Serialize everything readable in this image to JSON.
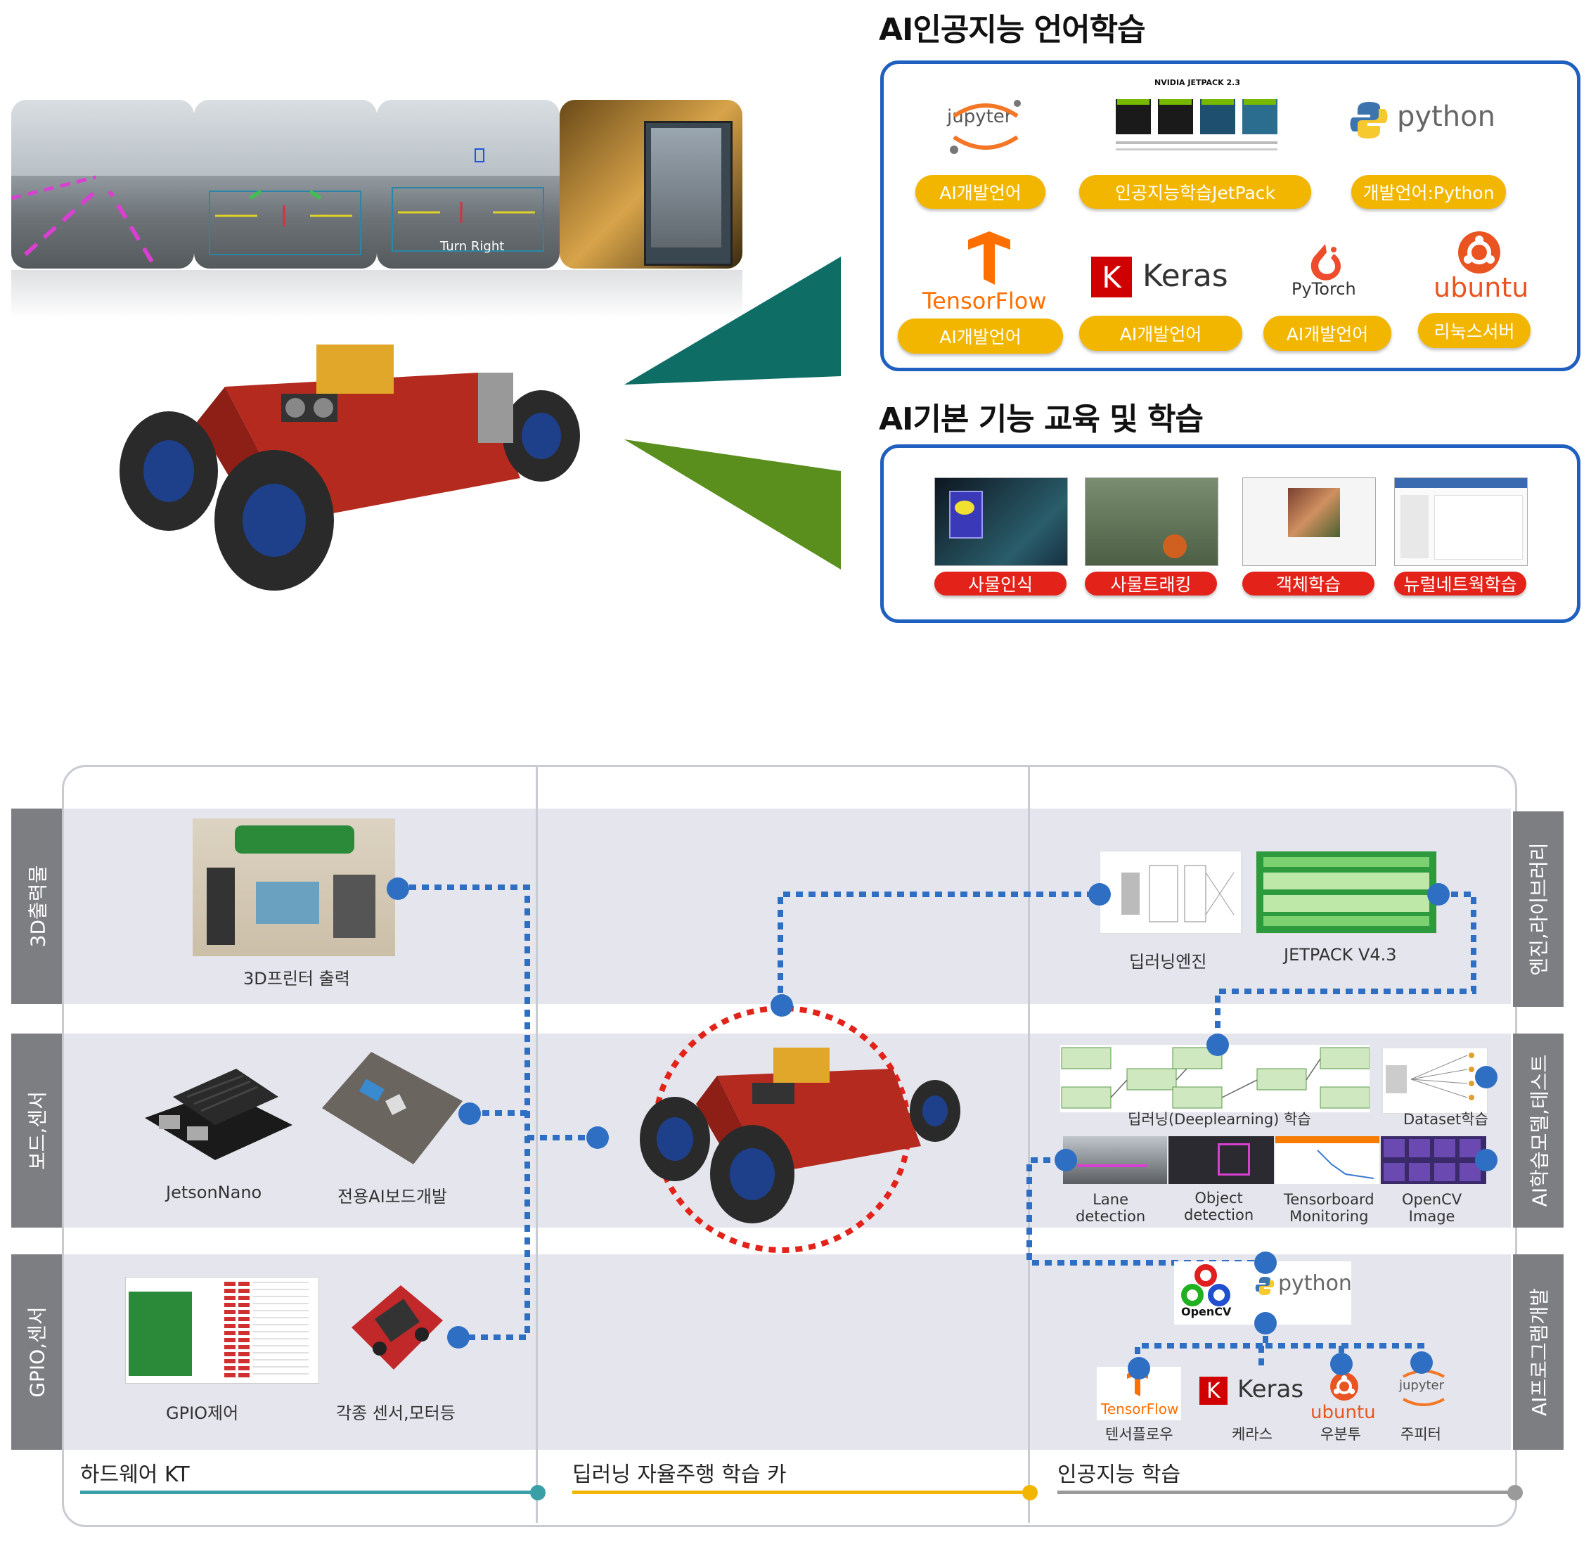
{
  "top": {
    "road_annotation": "Turn Right",
    "ai_language": {
      "title": "AI인공지능 언어학습",
      "jetpack_caption": "NVIDIA JETPACK 2.3",
      "logos": {
        "jupyter": "jupyter",
        "python": "python",
        "tensorflow": "TensorFlow",
        "keras": "Keras",
        "pytorch": "PyTorch",
        "ubuntu": "ubuntu"
      },
      "pills": [
        "AI개발언어",
        "인공지능학습JetPack",
        "개발언어:Python",
        "AI개발언어",
        "AI개발언어",
        "AI개발언어",
        "리눅스서버"
      ]
    },
    "ai_basic": {
      "title": "AI기본 기능 교육 및 학습",
      "pills": [
        "사물인식",
        "사물트래킹",
        "객체학습",
        "뉴럴네트웍학습"
      ]
    }
  },
  "bottom": {
    "side_tabs_left": [
      "3D출력물",
      "보드,센서",
      "GPIO,센서"
    ],
    "side_tabs_right": [
      "엔진,라이브러리",
      "AI학습모델,테스트",
      "AI프로그램개발"
    ],
    "captions": {
      "printer": "3D프린터 출력",
      "jetson": "JetsonNano",
      "aiboard": "전용AI보드개발",
      "gpio": "GPIO제어",
      "sensor": "각종 센서,모터등",
      "dl_engine": "딥러닝엔진",
      "jetpack": "JETPACK  V4.3",
      "dl_learning": "딥러닝(Deeplearning) 학습",
      "dataset": "Dataset학습",
      "lane": "Lane\ndetection",
      "object": "Object\ndetection",
      "tensorboard": "Tensorboard\nMonitoring",
      "opencv_image": "OpenCV\nImage",
      "tensorflow_kr": "텐서플로우",
      "keras_kr": "케라스",
      "ubuntu_kr": "우분투",
      "jupyter_kr": "주피터"
    },
    "logos": {
      "opencv": "OpenCV",
      "python": "python",
      "tensorflow": "TensorFlow",
      "keras": "Keras",
      "ubuntu": "ubuntu",
      "jupyter": "jupyter"
    },
    "footer": [
      "하드웨어 KT",
      "딥러닝 자율주행 학습 카",
      "인공지능 학습"
    ]
  },
  "colors": {
    "panel_border": "#1f5fbf",
    "pill_yellow": "#f2b600",
    "pill_red": "#e3231a",
    "connector_blue": "#2e6fc4",
    "highlight_red": "#e3231a",
    "wedge_teal": "#0e6e66",
    "wedge_green": "#5a8f1e",
    "footer_teal": "#3aa0a8",
    "footer_yellow": "#f2b600",
    "footer_gray": "#9a9a9a"
  }
}
